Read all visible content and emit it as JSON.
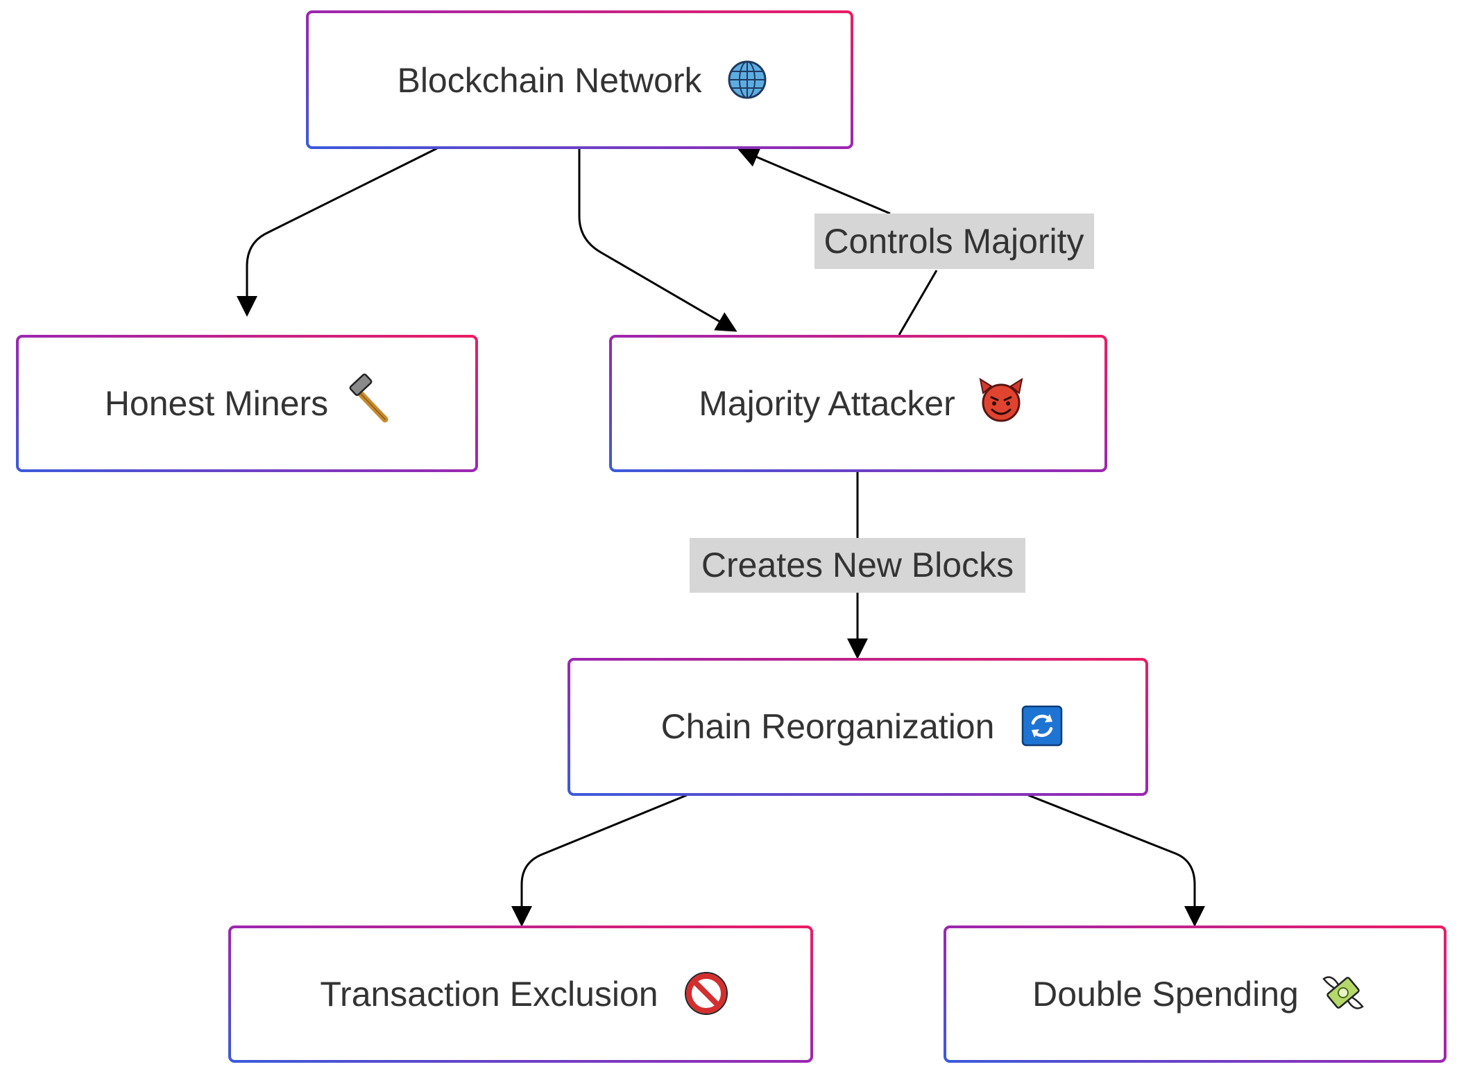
{
  "diagram": {
    "type": "flowchart",
    "nodes": [
      {
        "id": "blockchain_network",
        "label": "Blockchain Network",
        "icon": "globe-icon"
      },
      {
        "id": "honest_miners",
        "label": "Honest Miners",
        "icon": "hammer-icon"
      },
      {
        "id": "majority_attacker",
        "label": "Majority Attacker",
        "icon": "devil-face-icon"
      },
      {
        "id": "chain_reorganization",
        "label": "Chain Reorganization",
        "icon": "refresh-icon"
      },
      {
        "id": "transaction_exclusion",
        "label": "Transaction Exclusion",
        "icon": "prohibited-icon"
      },
      {
        "id": "double_spending",
        "label": "Double Spending",
        "icon": "money-with-wings-icon"
      }
    ],
    "edges": [
      {
        "from": "blockchain_network",
        "to": "honest_miners",
        "label": ""
      },
      {
        "from": "blockchain_network",
        "to": "majority_attacker",
        "label": ""
      },
      {
        "from": "majority_attacker",
        "to": "blockchain_network",
        "label": "Controls Majority"
      },
      {
        "from": "majority_attacker",
        "to": "chain_reorganization",
        "label": "Creates New Blocks"
      },
      {
        "from": "chain_reorganization",
        "to": "transaction_exclusion",
        "label": ""
      },
      {
        "from": "chain_reorganization",
        "to": "double_spending",
        "label": ""
      }
    ]
  },
  "colors": {
    "node_border_start": "#3b5bdb",
    "node_border_mid": "#9c27b0",
    "node_border_end": "#e91e63",
    "node_fill": "#ffffff",
    "text": "#333333",
    "edge": "#000000",
    "edge_label_bg": "#d6d6d6"
  }
}
